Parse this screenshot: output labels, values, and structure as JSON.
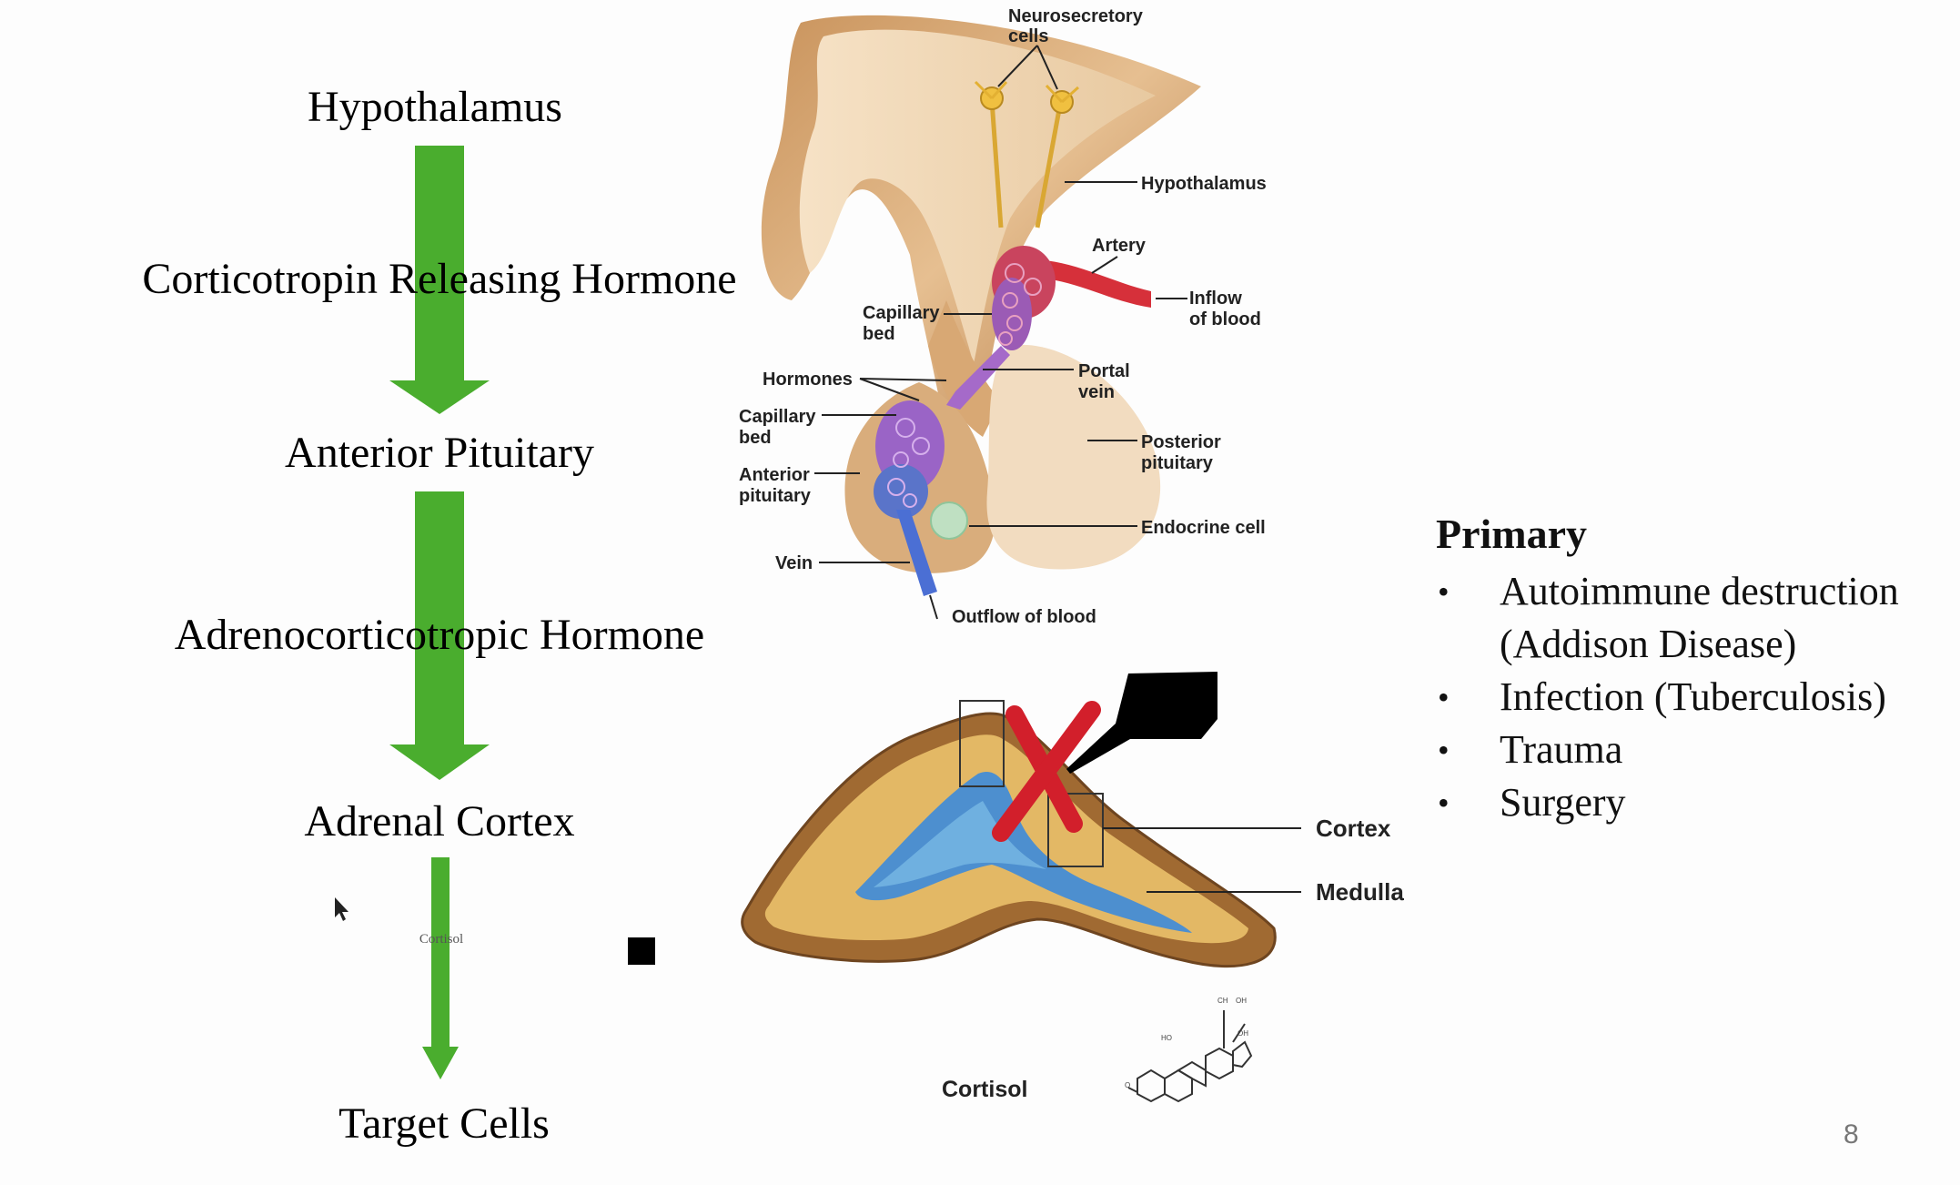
{
  "flow": {
    "hypothalamus": "Hypothalamus",
    "crh": "Corticotropin Releasing Hormone",
    "anterior_pituitary": "Anterior Pituitary",
    "acth": "Adrenocorticotropic Hormone",
    "adrenal_cortex": "Adrenal Cortex",
    "cortisol_small": "Cortisol",
    "target_cells": "Target Cells",
    "arrow_color": "#4aad2e"
  },
  "pituitary_labels": {
    "neurosecretory": [
      "Neurosecretory",
      "cells"
    ],
    "hypothalamus": "Hypothalamus",
    "artery": "Artery",
    "inflow": [
      "Inflow",
      "of blood"
    ],
    "capillary_bed_top": [
      "Capillary",
      "bed"
    ],
    "hormones": "Hormones",
    "portal_vein": [
      "Portal",
      "vein"
    ],
    "capillary_bed_bottom": [
      "Capillary",
      "bed"
    ],
    "posterior_pituitary": [
      "Posterior",
      "pituitary"
    ],
    "anterior_pituitary": [
      "Anterior",
      "pituitary"
    ],
    "endocrine_cell": "Endocrine cell",
    "vein": "Vein",
    "outflow": "Outflow of blood"
  },
  "adrenal_labels": {
    "cortex": "Cortex",
    "medulla": "Medulla",
    "cortisol": "Cortisol"
  },
  "primary": {
    "heading": "Primary",
    "items": [
      [
        "Autoimmune destruction",
        "(Addison Disease)"
      ],
      [
        "Infection (Tuberculosis)"
      ],
      [
        "Trauma"
      ],
      [
        "Surgery"
      ]
    ]
  },
  "page_number": "8"
}
